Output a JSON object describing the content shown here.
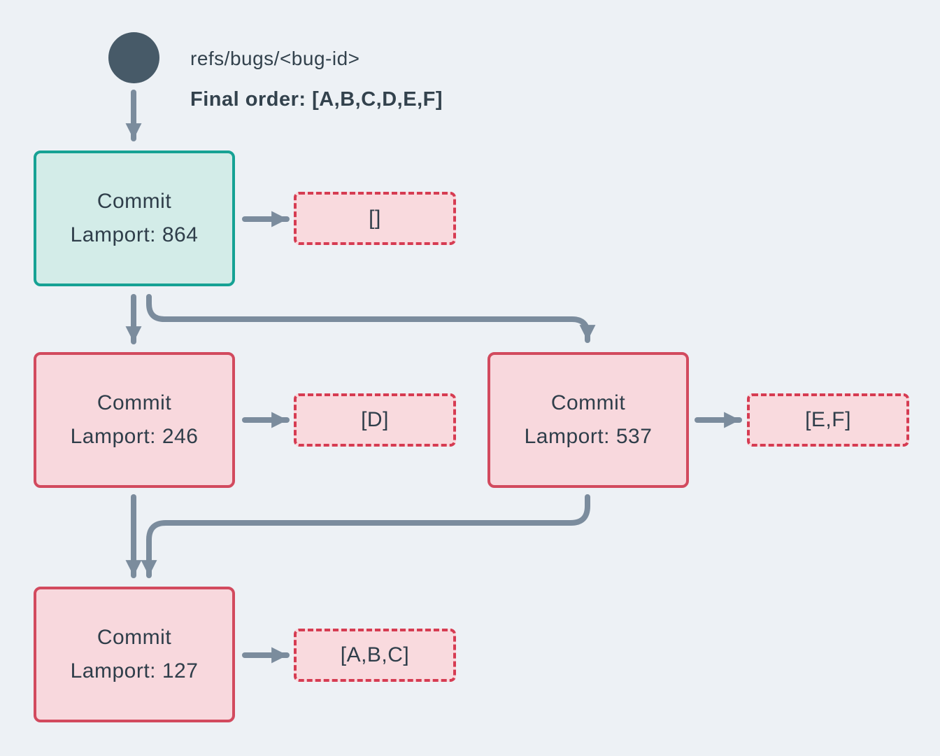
{
  "header": {
    "ref": "refs/bugs/<bug-id>",
    "final_order": "Final order: [A,B,C,D,E,F]"
  },
  "nodes": [
    {
      "id": "864",
      "title": "Commit",
      "lamport": "Lamport: 864",
      "ops": "[]"
    },
    {
      "id": "246",
      "title": "Commit",
      "lamport": "Lamport: 246",
      "ops": "[D]"
    },
    {
      "id": "537",
      "title": "Commit",
      "lamport": "Lamport: 537",
      "ops": "[E,F]"
    },
    {
      "id": "127",
      "title": "Commit",
      "lamport": "Lamport: 127",
      "ops": "[A,B,C]"
    }
  ],
  "colors": {
    "background": "#edf1f5",
    "ink": "#2f3e4a",
    "arrow": "#7b8c9d",
    "ref_dot": "#475a68",
    "teal_border": "#16a294",
    "teal_fill": "#d3ece8",
    "red_border": "#d24a5e",
    "red_fill": "#f8d8dd",
    "dashed_border": "#d63c52",
    "dashed_fill": "#f9dade"
  }
}
